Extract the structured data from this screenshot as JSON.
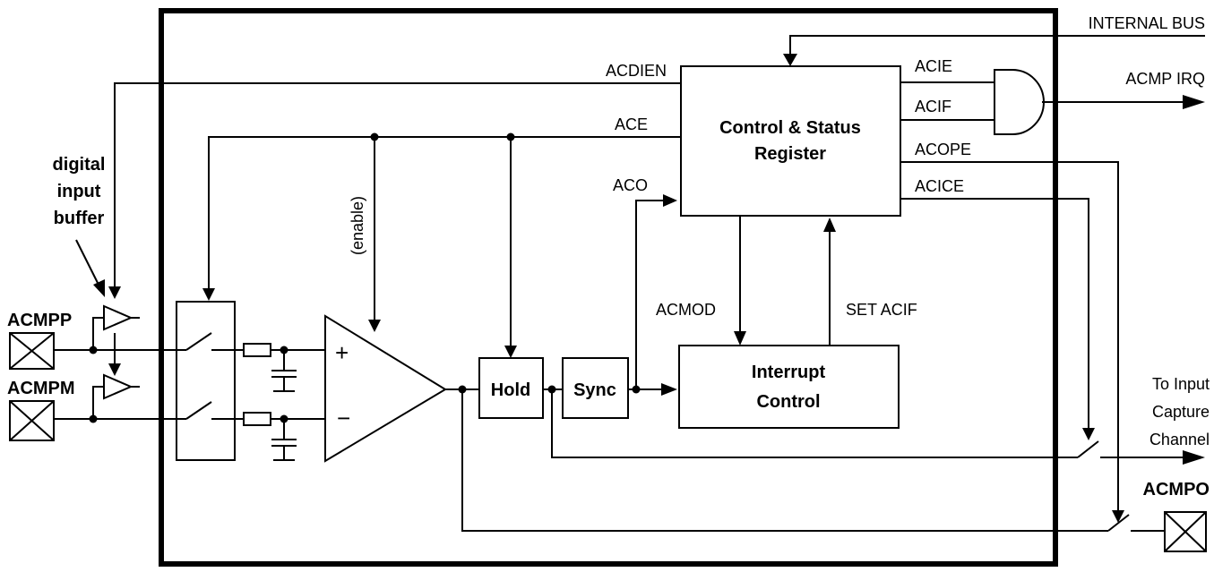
{
  "labels": {
    "internal_bus": "INTERNAL BUS",
    "acdien": "ACDIEN",
    "ace": "ACE",
    "aco": "ACO",
    "acie": "ACIE",
    "acif": "ACIF",
    "acope": "ACOPE",
    "acice": "ACICE",
    "acmp_irq": "ACMP IRQ",
    "enable": "(enable)",
    "acmod": "ACMOD",
    "set_acif": "SET ACIF",
    "to_input_1": "To Input",
    "to_input_2": "Capture",
    "to_input_3": "Channel",
    "plus": "+",
    "minus": "−"
  },
  "blocks": {
    "csr_line1": "Control & Status",
    "csr_line2": "Register",
    "interrupt_line1": "Interrupt",
    "interrupt_line2": "Control",
    "hold": "Hold",
    "sync": "Sync"
  },
  "pins": {
    "acmpp": "ACMPP",
    "acmpm": "ACMPM",
    "acmpo": "ACMPO"
  },
  "callout": {
    "line1": "digital",
    "line2": "input",
    "line3": "buffer"
  }
}
